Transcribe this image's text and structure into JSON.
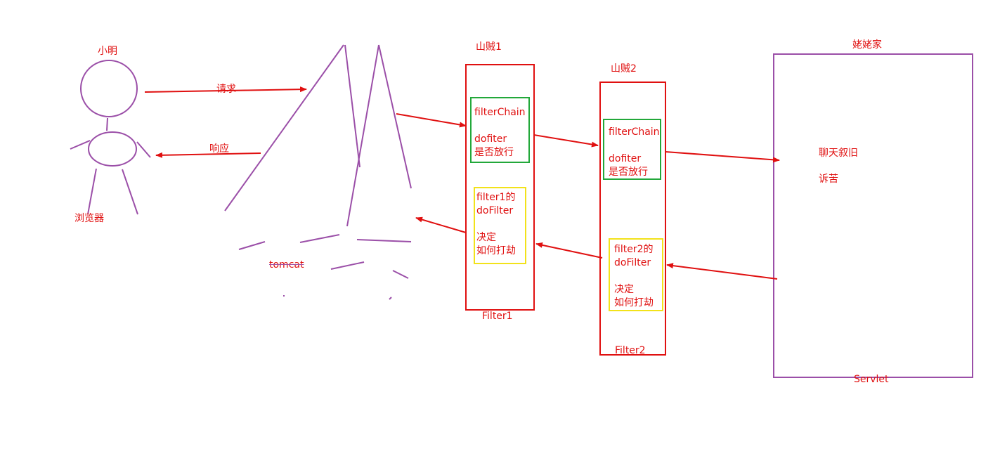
{
  "colors": {
    "red": "#e01010",
    "purple": "#9b4fa8",
    "green": "#22a83a",
    "yellow": "#f2e21a"
  },
  "person": {
    "name": "小明",
    "role": "浏览器"
  },
  "arrows": {
    "request": "请求",
    "response": "响应"
  },
  "tomcat": {
    "label": "tomcat"
  },
  "filter1": {
    "top_label": "山贼1",
    "bottom_label": "Filter1",
    "chain_box": "filterChain\n\ndofiter\n是否放行",
    "dofilter_box": "filter1的\ndoFilter\n\n决定\n如何打劫"
  },
  "filter2": {
    "top_label": "山贼2",
    "bottom_label": "Filter2",
    "chain_box": "filterChain\n\ndofiter\n是否放行",
    "dofilter_box": "filter2的\ndoFilter\n\n决定\n如何打劫"
  },
  "servlet": {
    "top_label": "姥姥家",
    "bottom_label": "Servlet",
    "line1": "聊天叙旧",
    "line2": "诉苦"
  }
}
